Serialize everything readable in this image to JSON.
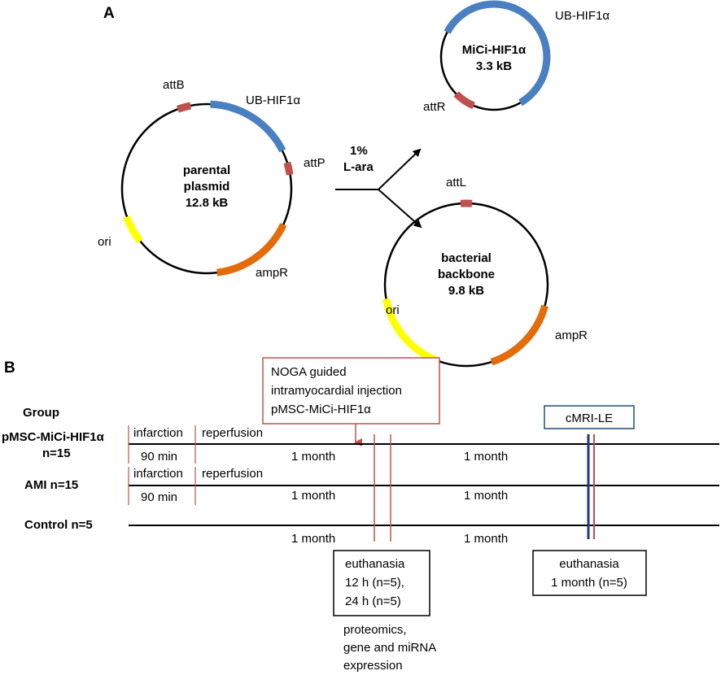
{
  "panels": {
    "a": "A",
    "b": "B"
  },
  "colors": {
    "blue": "#4a7fc1",
    "red": "#c0504d",
    "orange": "#e46c0a",
    "yellow": "#ffff00",
    "navy": "#1f3b7a",
    "box_red": "#c0504d",
    "box_blue": "#1f4e79"
  },
  "panel_a": {
    "parental": {
      "line1": "parental",
      "line2": "plasmid",
      "size": "12.8 kB",
      "labels": {
        "attb": "attB",
        "ub": "UB-HIF1α",
        "attp": "attP",
        "ori": "ori",
        "ampr": "ampR"
      }
    },
    "arrow_label": {
      "line1": "1%",
      "line2": "L-ara"
    },
    "mici": {
      "line1": "MiCi-HIF1α",
      "size": "3.3 kB",
      "labels": {
        "ub": "UB-HIF1α",
        "attr": "attR"
      }
    },
    "backbone": {
      "line1": "bacterial",
      "line2": "backbone",
      "size": "9.8 kB",
      "labels": {
        "attl": "attL",
        "ori": "ori",
        "ampr": "ampR"
      }
    }
  },
  "panel_b": {
    "group_header": "Group",
    "injection_box": {
      "line1": "NOGA guided",
      "line2": "intramyocardial injection",
      "line3": "pMSC-MiCi-HIF1α"
    },
    "cmri_box": "cMRI-LE",
    "rows": [
      {
        "label1": "pMSC-MiCi-HIF1α",
        "label2": "n=15",
        "infarction": "infarction",
        "duration": "90 min",
        "reperfusion": "reperfusion",
        "month1": "1 month",
        "month2": "1 month"
      },
      {
        "label1": "AMI n=15",
        "infarction": "infarction",
        "duration": "90 min",
        "reperfusion": "reperfusion",
        "month1": "1 month",
        "month2": "1 month"
      },
      {
        "label1": "Control n=5",
        "month1": "1 month",
        "month2": "1 month"
      }
    ],
    "euthanasia1": {
      "line1": "euthanasia",
      "line2": "12 h (n=5),",
      "line3": "24 h (n=5)"
    },
    "analysis": {
      "line1": "proteomics,",
      "line2": "gene and miRNA",
      "line3": "expression"
    },
    "euthanasia2": {
      "line1": "euthanasia",
      "line2": "1 month (n=5)"
    }
  }
}
